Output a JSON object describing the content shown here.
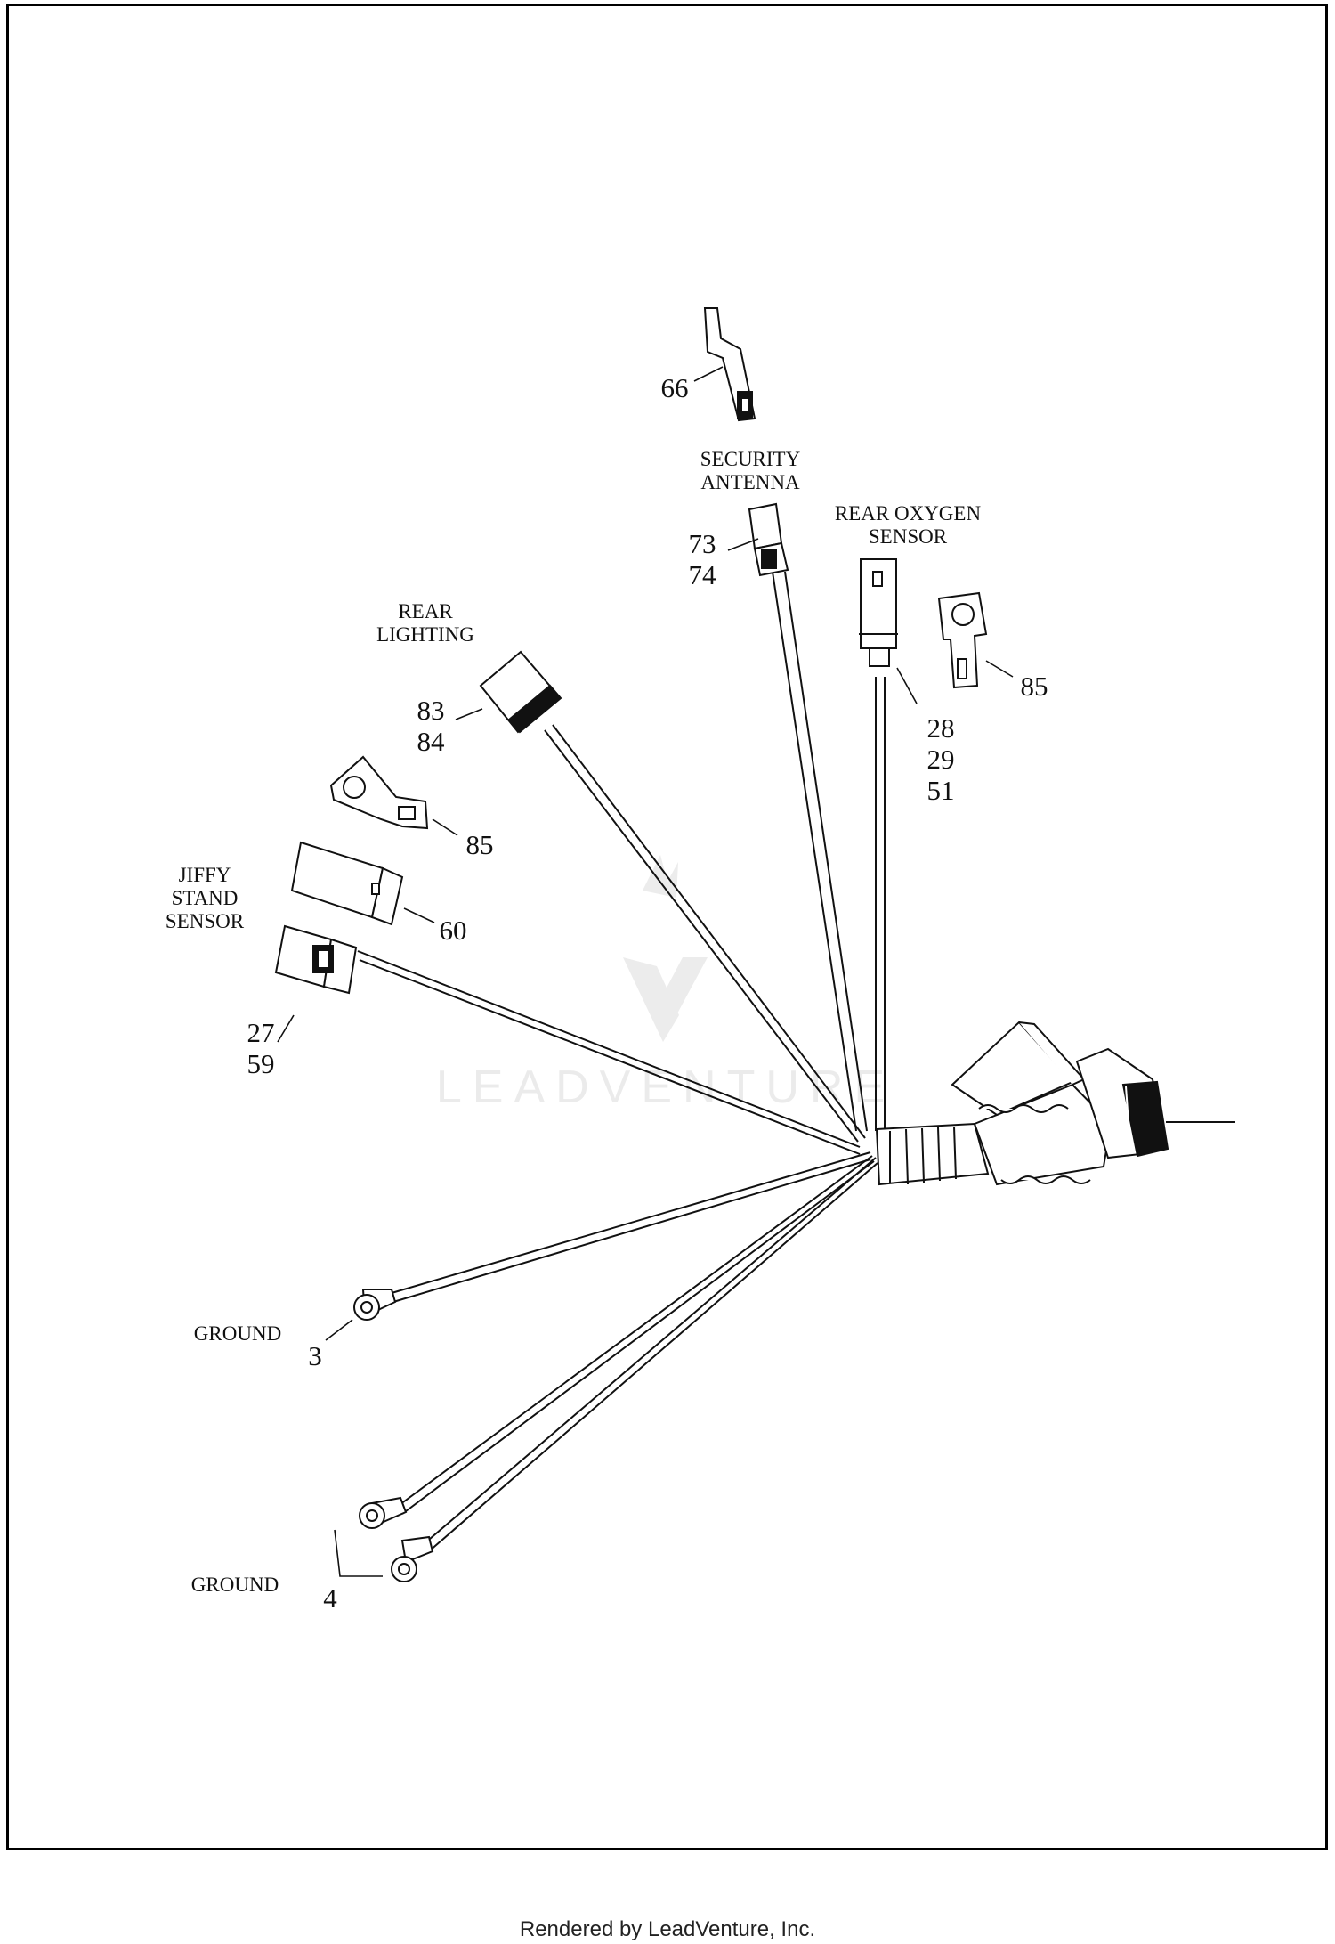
{
  "diagram": {
    "watermark": "LEADVENTURE",
    "footer": "Rendered by LeadVenture, Inc.",
    "captions": {
      "security_antenna": [
        "SECURITY",
        "ANTENNA"
      ],
      "rear_oxygen_sensor": [
        "REAR OXYGEN",
        "SENSOR"
      ],
      "rear_lighting": [
        "REAR",
        "LIGHTING"
      ],
      "jiffy_stand_sensor": [
        "JIFFY",
        "STAND",
        "SENSOR"
      ],
      "ground_upper": "GROUND",
      "ground_lower": "GROUND"
    },
    "callouts": {
      "c66": [
        "66"
      ],
      "c73": [
        "73",
        "74"
      ],
      "c28": [
        "28",
        "29",
        "51"
      ],
      "c85_right": [
        "85"
      ],
      "c83": [
        "83",
        "84"
      ],
      "c85_left": [
        "85"
      ],
      "c60": [
        "60"
      ],
      "c27": [
        "27",
        "59"
      ],
      "c3": [
        "3"
      ],
      "c4": [
        "4"
      ]
    }
  }
}
